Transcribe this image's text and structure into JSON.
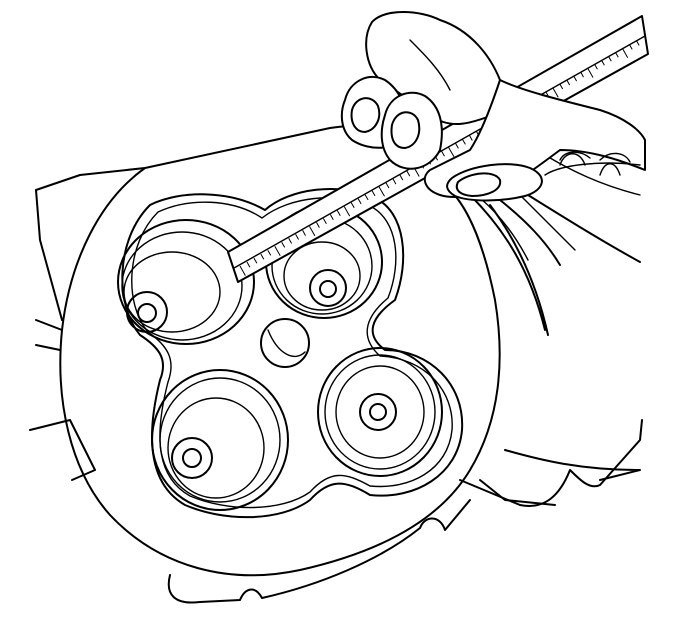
{
  "diagram": {
    "subject": "cylinder-head-combustion-chamber",
    "tool": "steel-rule",
    "valve_count": 4,
    "line_color": "#000000",
    "background_color": "#ffffff"
  }
}
